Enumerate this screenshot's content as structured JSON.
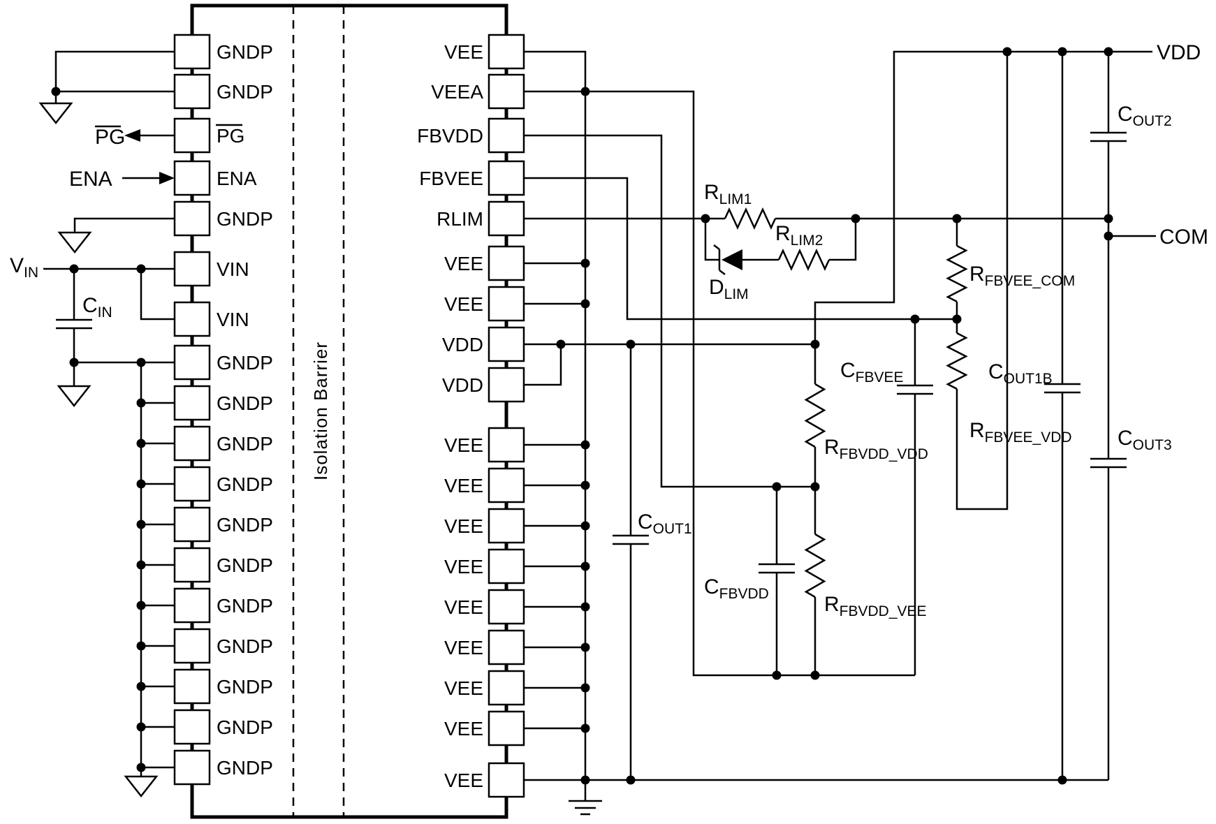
{
  "isolation_barrier": {
    "text": "Isolation Barrier",
    "color": "#C00000"
  },
  "ic": {
    "left_pins": [
      {
        "label": "GNDP"
      },
      {
        "label": "GNDP"
      },
      {
        "label": "PG",
        "overline": true
      },
      {
        "label": "ENA"
      },
      {
        "label": "GNDP"
      },
      {
        "label": "VIN"
      },
      {
        "label": "VIN"
      },
      {
        "label": "GNDP"
      },
      {
        "label": "GNDP"
      },
      {
        "label": "GNDP"
      },
      {
        "label": "GNDP"
      },
      {
        "label": "GNDP"
      },
      {
        "label": "GNDP"
      },
      {
        "label": "GNDP"
      },
      {
        "label": "GNDP"
      },
      {
        "label": "GNDP"
      },
      {
        "label": "GNDP"
      },
      {
        "label": "GNDP"
      }
    ],
    "right_pins": [
      {
        "label": "VEE"
      },
      {
        "label": "VEEA"
      },
      {
        "label": "FBVDD"
      },
      {
        "label": "FBVEE"
      },
      {
        "label": "RLIM"
      },
      {
        "label": "VEE"
      },
      {
        "label": "VEE"
      },
      {
        "label": "VDD"
      },
      {
        "label": "VDD"
      },
      {
        "label": "VEE"
      },
      {
        "label": "VEE"
      },
      {
        "label": "VEE"
      },
      {
        "label": "VEE"
      },
      {
        "label": "VEE"
      },
      {
        "label": "VEE"
      },
      {
        "label": "VEE"
      },
      {
        "label": "VEE"
      },
      {
        "label": "VEE"
      }
    ]
  },
  "external_labels": {
    "vin": {
      "main": "V",
      "sub": "IN"
    },
    "vdd": "VDD",
    "com": "COM",
    "pg": "PG",
    "ena": "ENA"
  },
  "components": {
    "cin": {
      "main": "C",
      "sub": "IN"
    },
    "rlim1": {
      "main": "R",
      "sub": "LIM1"
    },
    "rlim2": {
      "main": "R",
      "sub": "LIM2"
    },
    "dlim": {
      "main": "D",
      "sub": "LIM"
    },
    "cout1": {
      "main": "C",
      "sub": "OUT1"
    },
    "cout1b": {
      "main": "C",
      "sub": "OUT1B"
    },
    "cout2": {
      "main": "C",
      "sub": "OUT2"
    },
    "cout3": {
      "main": "C",
      "sub": "OUT3"
    },
    "cfbvdd": {
      "main": "C",
      "sub": "FBVDD"
    },
    "cfbvee": {
      "main": "C",
      "sub": "FBVEE"
    },
    "rfbvdd_vdd": {
      "main": "R",
      "sub": "FBVDD_VDD"
    },
    "rfbvdd_vee": {
      "main": "R",
      "sub": "FBVDD_VEE"
    },
    "rfbvee_com": {
      "main": "R",
      "sub": "FBVEE_COM"
    },
    "rfbvee_vdd": {
      "main": "R",
      "sub": "FBVEE_VDD"
    }
  }
}
